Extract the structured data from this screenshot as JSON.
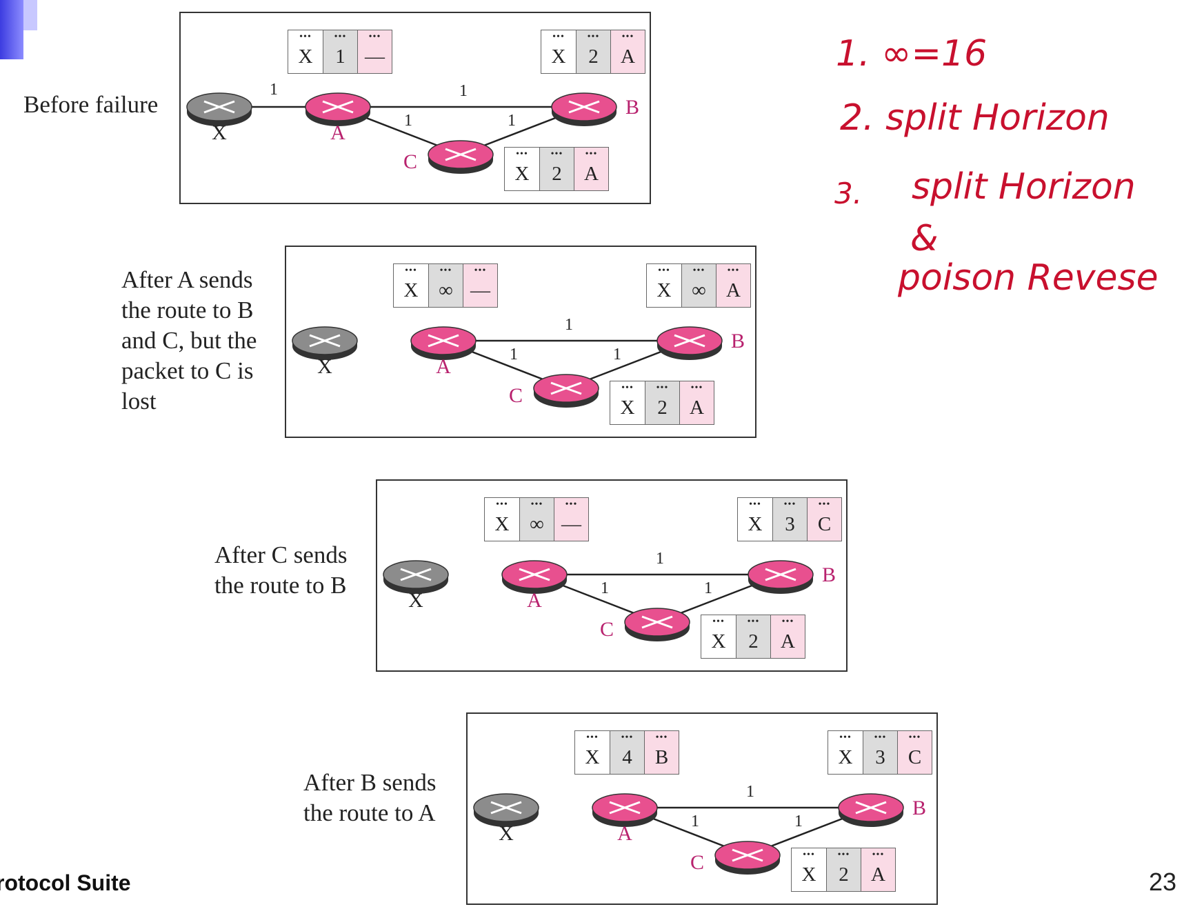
{
  "colors": {
    "router_pink": "#e8508f",
    "router_gray": "#8c8c8c",
    "label_pink": "#b8226e",
    "handwriting": "#c8102e"
  },
  "panels": [
    {
      "caption": "Before failure",
      "table_a": [
        "X",
        "1",
        "—"
      ],
      "table_b": [
        "X",
        "2",
        "A"
      ],
      "table_c": [
        "X",
        "2",
        "A"
      ],
      "x_connected": true
    },
    {
      "caption_lines": [
        "After A sends",
        "the route to B",
        "and C, but the",
        "packet to C is",
        "lost"
      ],
      "table_a": [
        "X",
        "∞",
        "—"
      ],
      "table_b": [
        "X",
        "∞",
        "A"
      ],
      "table_c": [
        "X",
        "2",
        "A"
      ],
      "x_connected": false
    },
    {
      "caption_lines": [
        "After C sends",
        "the route to B"
      ],
      "table_a": [
        "X",
        "∞",
        "—"
      ],
      "table_b": [
        "X",
        "3",
        "C"
      ],
      "table_c": [
        "X",
        "2",
        "A"
      ],
      "x_connected": false
    },
    {
      "caption_lines": [
        "After B sends",
        "the route to A"
      ],
      "table_a": [
        "X",
        "4",
        "B"
      ],
      "table_b": [
        "X",
        "3",
        "C"
      ],
      "table_c": [
        "X",
        "2",
        "A"
      ],
      "x_connected": false
    }
  ],
  "node_labels": {
    "x": "X",
    "a": "A",
    "b": "B",
    "c": "C"
  },
  "link_cost": "1",
  "dots": "•••",
  "notes": [
    "1. ∞=16",
    "2. split Horizon",
    "3.",
    "split Horizon",
    "&",
    "poison Revese"
  ],
  "footer": "rotocol Suite",
  "page_number": "23"
}
